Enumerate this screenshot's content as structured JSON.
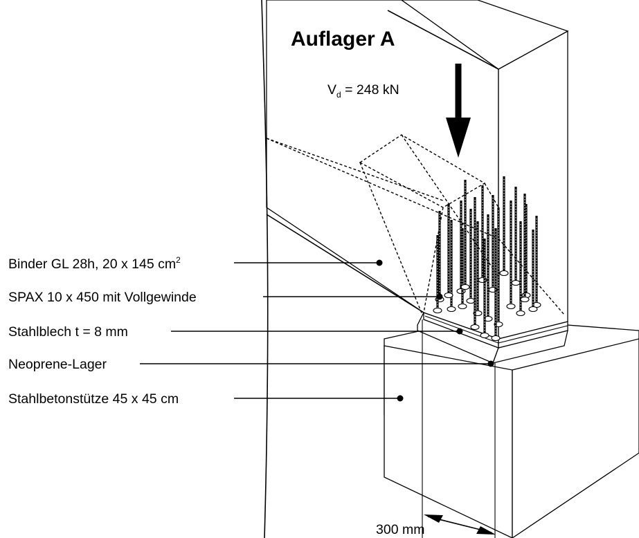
{
  "title": "Auflager A",
  "load": {
    "symbol": "V",
    "subscript": "d",
    "value": " = 248 kN"
  },
  "labels": [
    {
      "text": "Binder GL 28h, 20 x 145 cm",
      "sup": "2"
    },
    {
      "text": "SPAX 10 x 450 mit Vollgewinde"
    },
    {
      "text": "Stahlblech t = 8 mm"
    },
    {
      "text": "Neoprene-Lager"
    },
    {
      "text": "Stahlbetonstütze 45 x 45 cm"
    }
  ],
  "dimension": "300 mm"
}
